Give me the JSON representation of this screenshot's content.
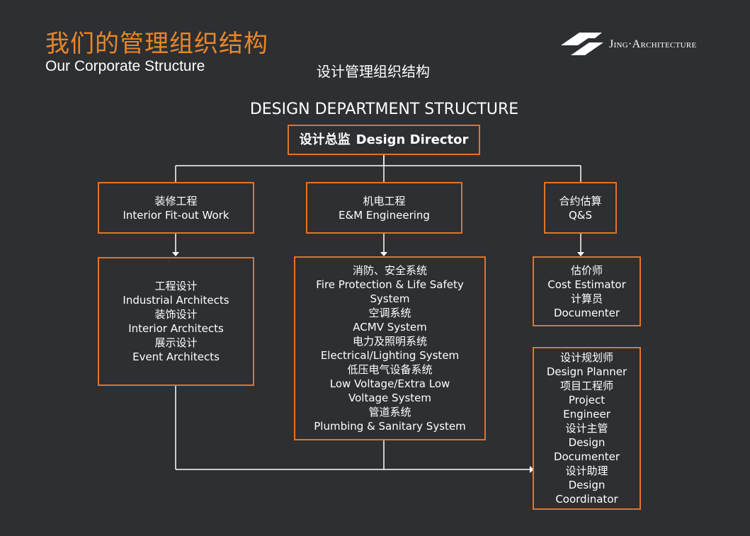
{
  "header": {
    "title_cn": "我们的管理组织结构",
    "title_en": "Our Corporate Structure",
    "subtitle_cn": "设计管理组织结构",
    "logo_text": "Jing·Architecture"
  },
  "diagram": {
    "title": "DESIGN DEPARTMENT STRUCTURE",
    "director": {
      "cn": "设计总监",
      "en": "Design Director"
    },
    "departments": [
      {
        "cn": "装修工程",
        "en": "Interior Fit-out Work"
      },
      {
        "cn": "机电工程",
        "en": "E&M Engineering"
      },
      {
        "cn": "合约估算",
        "en": "Q&S"
      }
    ],
    "interior_roles": [
      "工程设计",
      "Industrial Architects",
      "装饰设计",
      "Interior Architects",
      "展示设计",
      "Event Architects"
    ],
    "em_systems": [
      "消防、安全系统",
      "Fire Protection & Life Safety",
      "System",
      "空调系统",
      "ACMV System",
      "电力及照明系统",
      "Electrical/Lighting System",
      "低压电气设备系统",
      "Low Voltage/Extra Low",
      "Voltage System",
      "管道系统",
      "Plumbing & Sanitary System"
    ],
    "qs_roles": [
      "估价师",
      "Cost Estimator",
      "计算员",
      "Documenter"
    ],
    "design_roles": [
      "设计规划师",
      "Design Planner",
      "项目工程师",
      "Project",
      "Engineer",
      "设计主管",
      "Design",
      "Documenter",
      "设计助理",
      "Design",
      "Coordinator"
    ]
  },
  "colors": {
    "background": "#2d2f32",
    "accent": "#e0742b",
    "title": "#e8862a",
    "text": "#ffffff"
  }
}
